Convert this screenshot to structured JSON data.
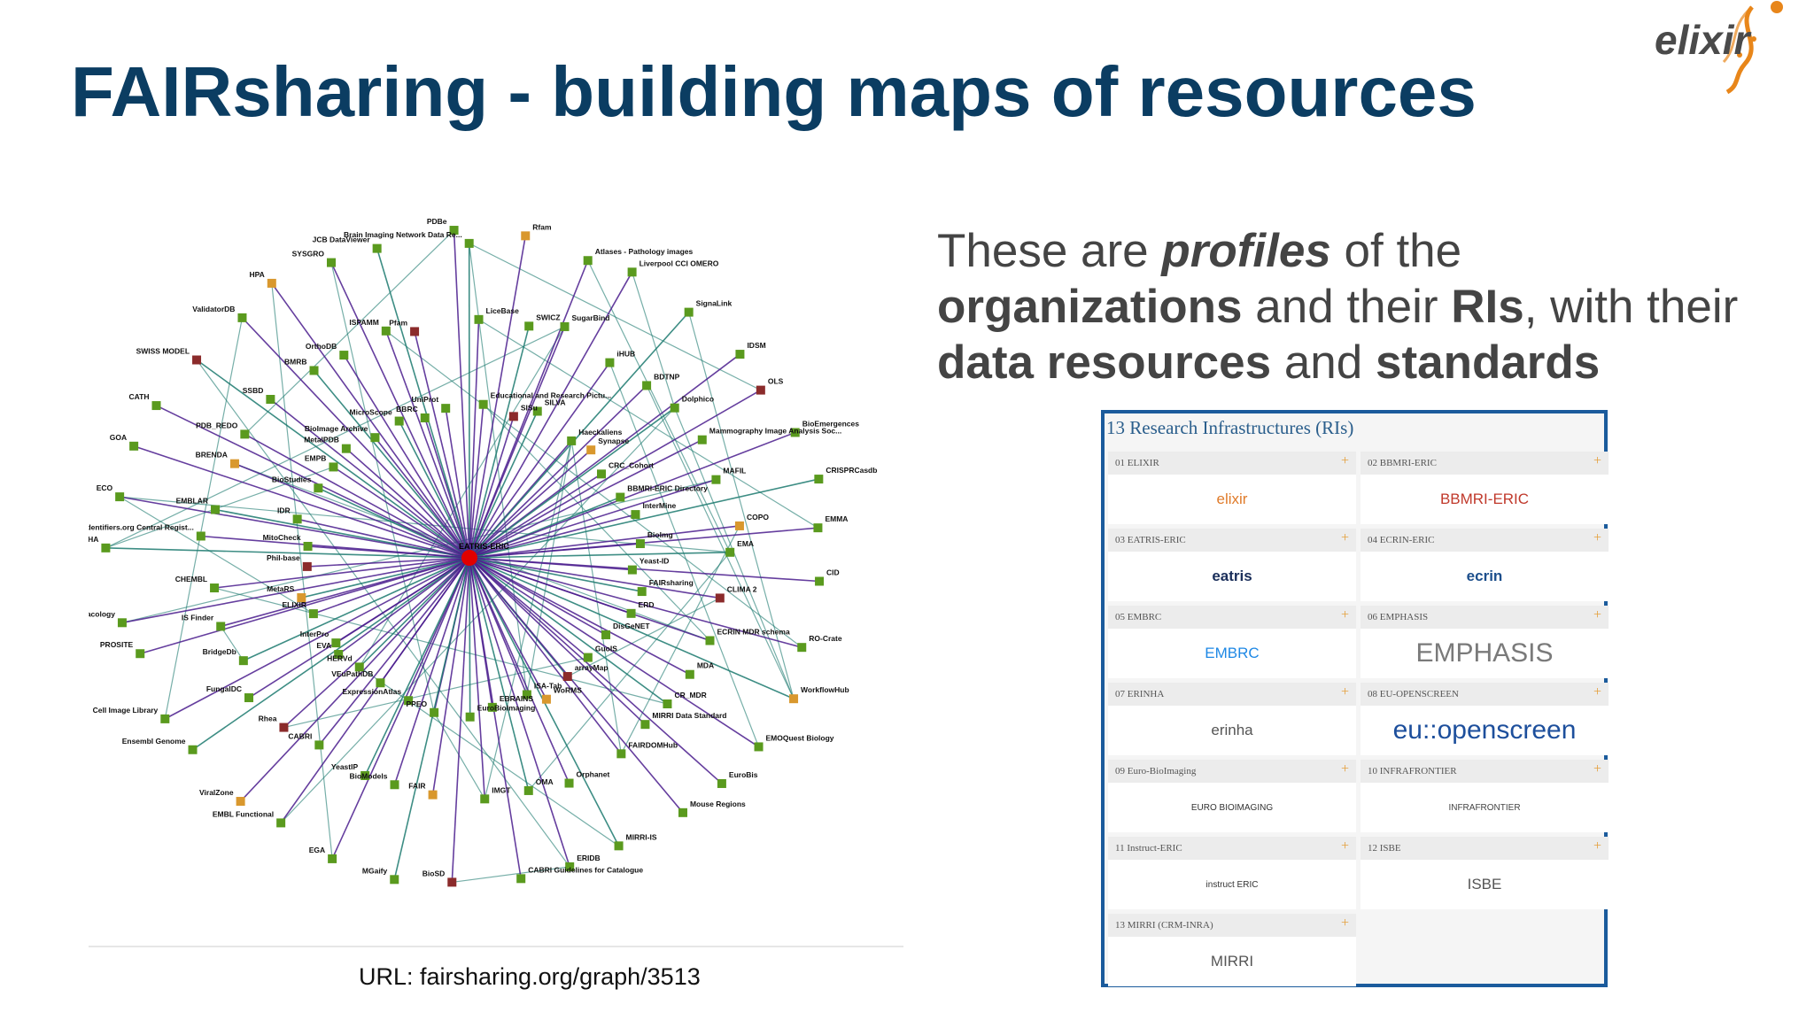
{
  "slide": {
    "title": "FAIRsharing - building maps of resources",
    "logo_text": "elixir",
    "url": "URL: fairsharing.org/graph/3513",
    "description": {
      "p1": "These are ",
      "p2": "profiles",
      "p3": " of the ",
      "p4": "organizations",
      "p5": " and their ",
      "p6": "RIs",
      "p7": ", with their ",
      "p8": "data resources",
      "p9": " and ",
      "p10": "standards"
    }
  },
  "colors": {
    "title": "#0b3d62",
    "node_green": "#5a9a1e",
    "node_orange": "#d9982e",
    "node_red": "#8b2b2b",
    "center": "#e00000",
    "edge_purple": "#4b1d8e",
    "edge_teal": "#1c7a6f"
  },
  "graph": {
    "center_label": "EATRIS-ERIC",
    "nodes": [
      "Brain Imaging Network Data Re...",
      "LiceBase",
      "Educational and Research Pictu...",
      "Rfam",
      "SWICZ",
      "SISu",
      "Atlases - Pathology images",
      "SugarBind",
      "SILVA",
      "Liverpool CCI OMERO",
      "iHUB",
      "Haeckaliens",
      "SignaLink",
      "BDTNP",
      "Synapse",
      "IDSM",
      "Dolphico",
      "CRC_Cohort",
      "OLS",
      "Mammography Image Analysis Soc...",
      "BBMRI-ERIC Directory",
      "BioEmergences",
      "MAFIL",
      "InterMine",
      "CRISPRCasdb",
      "COPO",
      "BioImg",
      "EMMA",
      "EMA",
      "Yeast-ID",
      "CID",
      "CLIMA 2",
      "FAIRsharing",
      "RO-Crate",
      "ECRIN MDR schema",
      "ERD",
      "WorkflowHub",
      "MDA",
      "DisGeNET",
      "EMOQuest Biology",
      "CR_MDR",
      "GuoIS",
      "EuroBis",
      "MIRRI Data Standard",
      "arrayMap",
      "Mouse Regions",
      "FAIRDOMHub",
      "WoRMS",
      "MIRRI-IS",
      "Orphanet",
      "ISA-Tab",
      "ERIDB",
      "OMA",
      "EBRAINS",
      "CABRI Guidelines for Catalogue",
      "IMGT",
      "EuroBioImaging",
      "BioSD",
      "FAIR",
      "PPEO",
      "MGaify",
      "BioModels",
      "ExpressionAtlas",
      "EGA",
      "YeastIP",
      "VEuPathDB",
      "EMBL Functional",
      "CABRI",
      "HERVd",
      "ViralZone",
      "Rhea",
      "EVA",
      "Ensembl Genome",
      "FungalDC",
      "InterPro",
      "Cell Image Library",
      "BridgeDb",
      "ELIXIR",
      "PROSITE",
      "IS Finder",
      "MetaRS",
      "Guide to Pharmacology",
      "CHEMBL",
      "PhiI-base",
      "MICHA",
      "Identifiers.org Central Regist...",
      "MitoCheck",
      "ECO",
      "EMBLAR",
      "IDR",
      "GOA",
      "BRENDA",
      "BioStudies",
      "CATH",
      "PDB_REDO",
      "EMPB",
      "SWISS MODEL",
      "SSBD",
      "MetalPDB",
      "ValidatorDB",
      "BMRB",
      "BioImage Archive",
      "HPA",
      "OrthoDB",
      "MicroScope",
      "SYSGRO",
      "ISPAMM",
      "BBRC",
      "JCB DataViewer",
      "Pfam",
      "UniProt",
      "PDBe"
    ]
  },
  "ri_panel": {
    "heading": "13 Research Infrastructures (RIs)",
    "items": [
      {
        "label": "01 ELIXIR",
        "logo": "elixir",
        "color": "#e07b2a"
      },
      {
        "label": "02 BBMRI-ERIC",
        "logo": "BBMRI-ERIC",
        "color": "#c0392b"
      },
      {
        "label": "03 EATRIS-ERIC",
        "logo": "eatris",
        "color": "#1a2e5a"
      },
      {
        "label": "04 ECRIN-ERIC",
        "logo": "ecrin",
        "color": "#1d4f8c"
      },
      {
        "label": "05 EMBRC",
        "logo": "EMBRC",
        "color": "#1e88e5"
      },
      {
        "label": "06 EMPHASIS",
        "logo": "EMPHASIS",
        "color": "#7a7a7a"
      },
      {
        "label": "07 ERINHA",
        "logo": "erinha",
        "color": "#555555"
      },
      {
        "label": "08 EU-OPENSCREEN",
        "logo": "eu::openscreen",
        "color": "#1d4f9c"
      },
      {
        "label": "09 Euro-BioImaging",
        "logo": "EURO BIOIMAGING",
        "color": "#333333"
      },
      {
        "label": "10 INFRAFRONTIER",
        "logo": "INFRAFRONTIER",
        "color": "#444444"
      },
      {
        "label": "11 Instruct-ERIC",
        "logo": "instruct ERIC",
        "color": "#333333"
      },
      {
        "label": "12 ISBE",
        "logo": "ISBE",
        "color": "#555555"
      },
      {
        "label": "13 MIRRI (CRM-INRA)",
        "logo": "MIRRI",
        "color": "#555555"
      }
    ]
  }
}
